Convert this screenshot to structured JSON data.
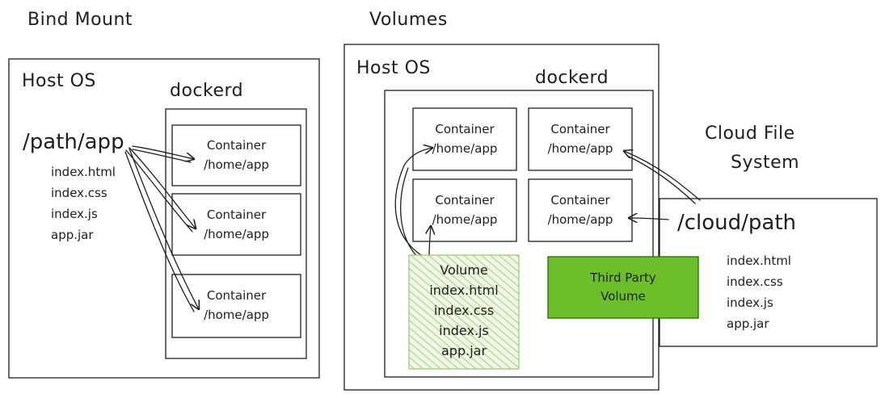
{
  "titles": {
    "bind_mount": "Bind Mount",
    "volumes": "Volumes",
    "cloud_fs_line1": "Cloud File",
    "cloud_fs_line2": "System"
  },
  "bind": {
    "host_label": "Host OS",
    "dockerd_label": "dockerd",
    "path": "/path/app",
    "files": [
      "index.html",
      "index.css",
      "index.js",
      "app.jar"
    ],
    "containers": [
      {
        "label": "Container",
        "path": "/home/app"
      },
      {
        "label": "Container",
        "path": "/home/app"
      },
      {
        "label": "Container",
        "path": "/home/app"
      }
    ]
  },
  "volumes": {
    "host_label": "Host OS",
    "dockerd_label": "dockerd",
    "containers": [
      {
        "label": "Container",
        "path": "/home/app"
      },
      {
        "label": "Container",
        "path": "/home/app"
      },
      {
        "label": "Container",
        "path": "/home/app"
      },
      {
        "label": "Container",
        "path": "/home/app"
      }
    ],
    "volume_box": {
      "lines": [
        "Volume",
        "index.html",
        "index.css",
        "index.js",
        "app.jar"
      ]
    },
    "third_party": {
      "line1": "Third Party",
      "line2": "Volume"
    }
  },
  "cloud": {
    "path": "/cloud/path",
    "files": [
      "index.html",
      "index.css",
      "index.js",
      "app.jar"
    ]
  },
  "colors": {
    "stroke": "#1e1e1e",
    "hatch": "#a9d08e",
    "hatch_bg": "#eef6e4",
    "third_party_fill": "#6cbf2a",
    "third_party_stroke": "#3d7a12"
  }
}
